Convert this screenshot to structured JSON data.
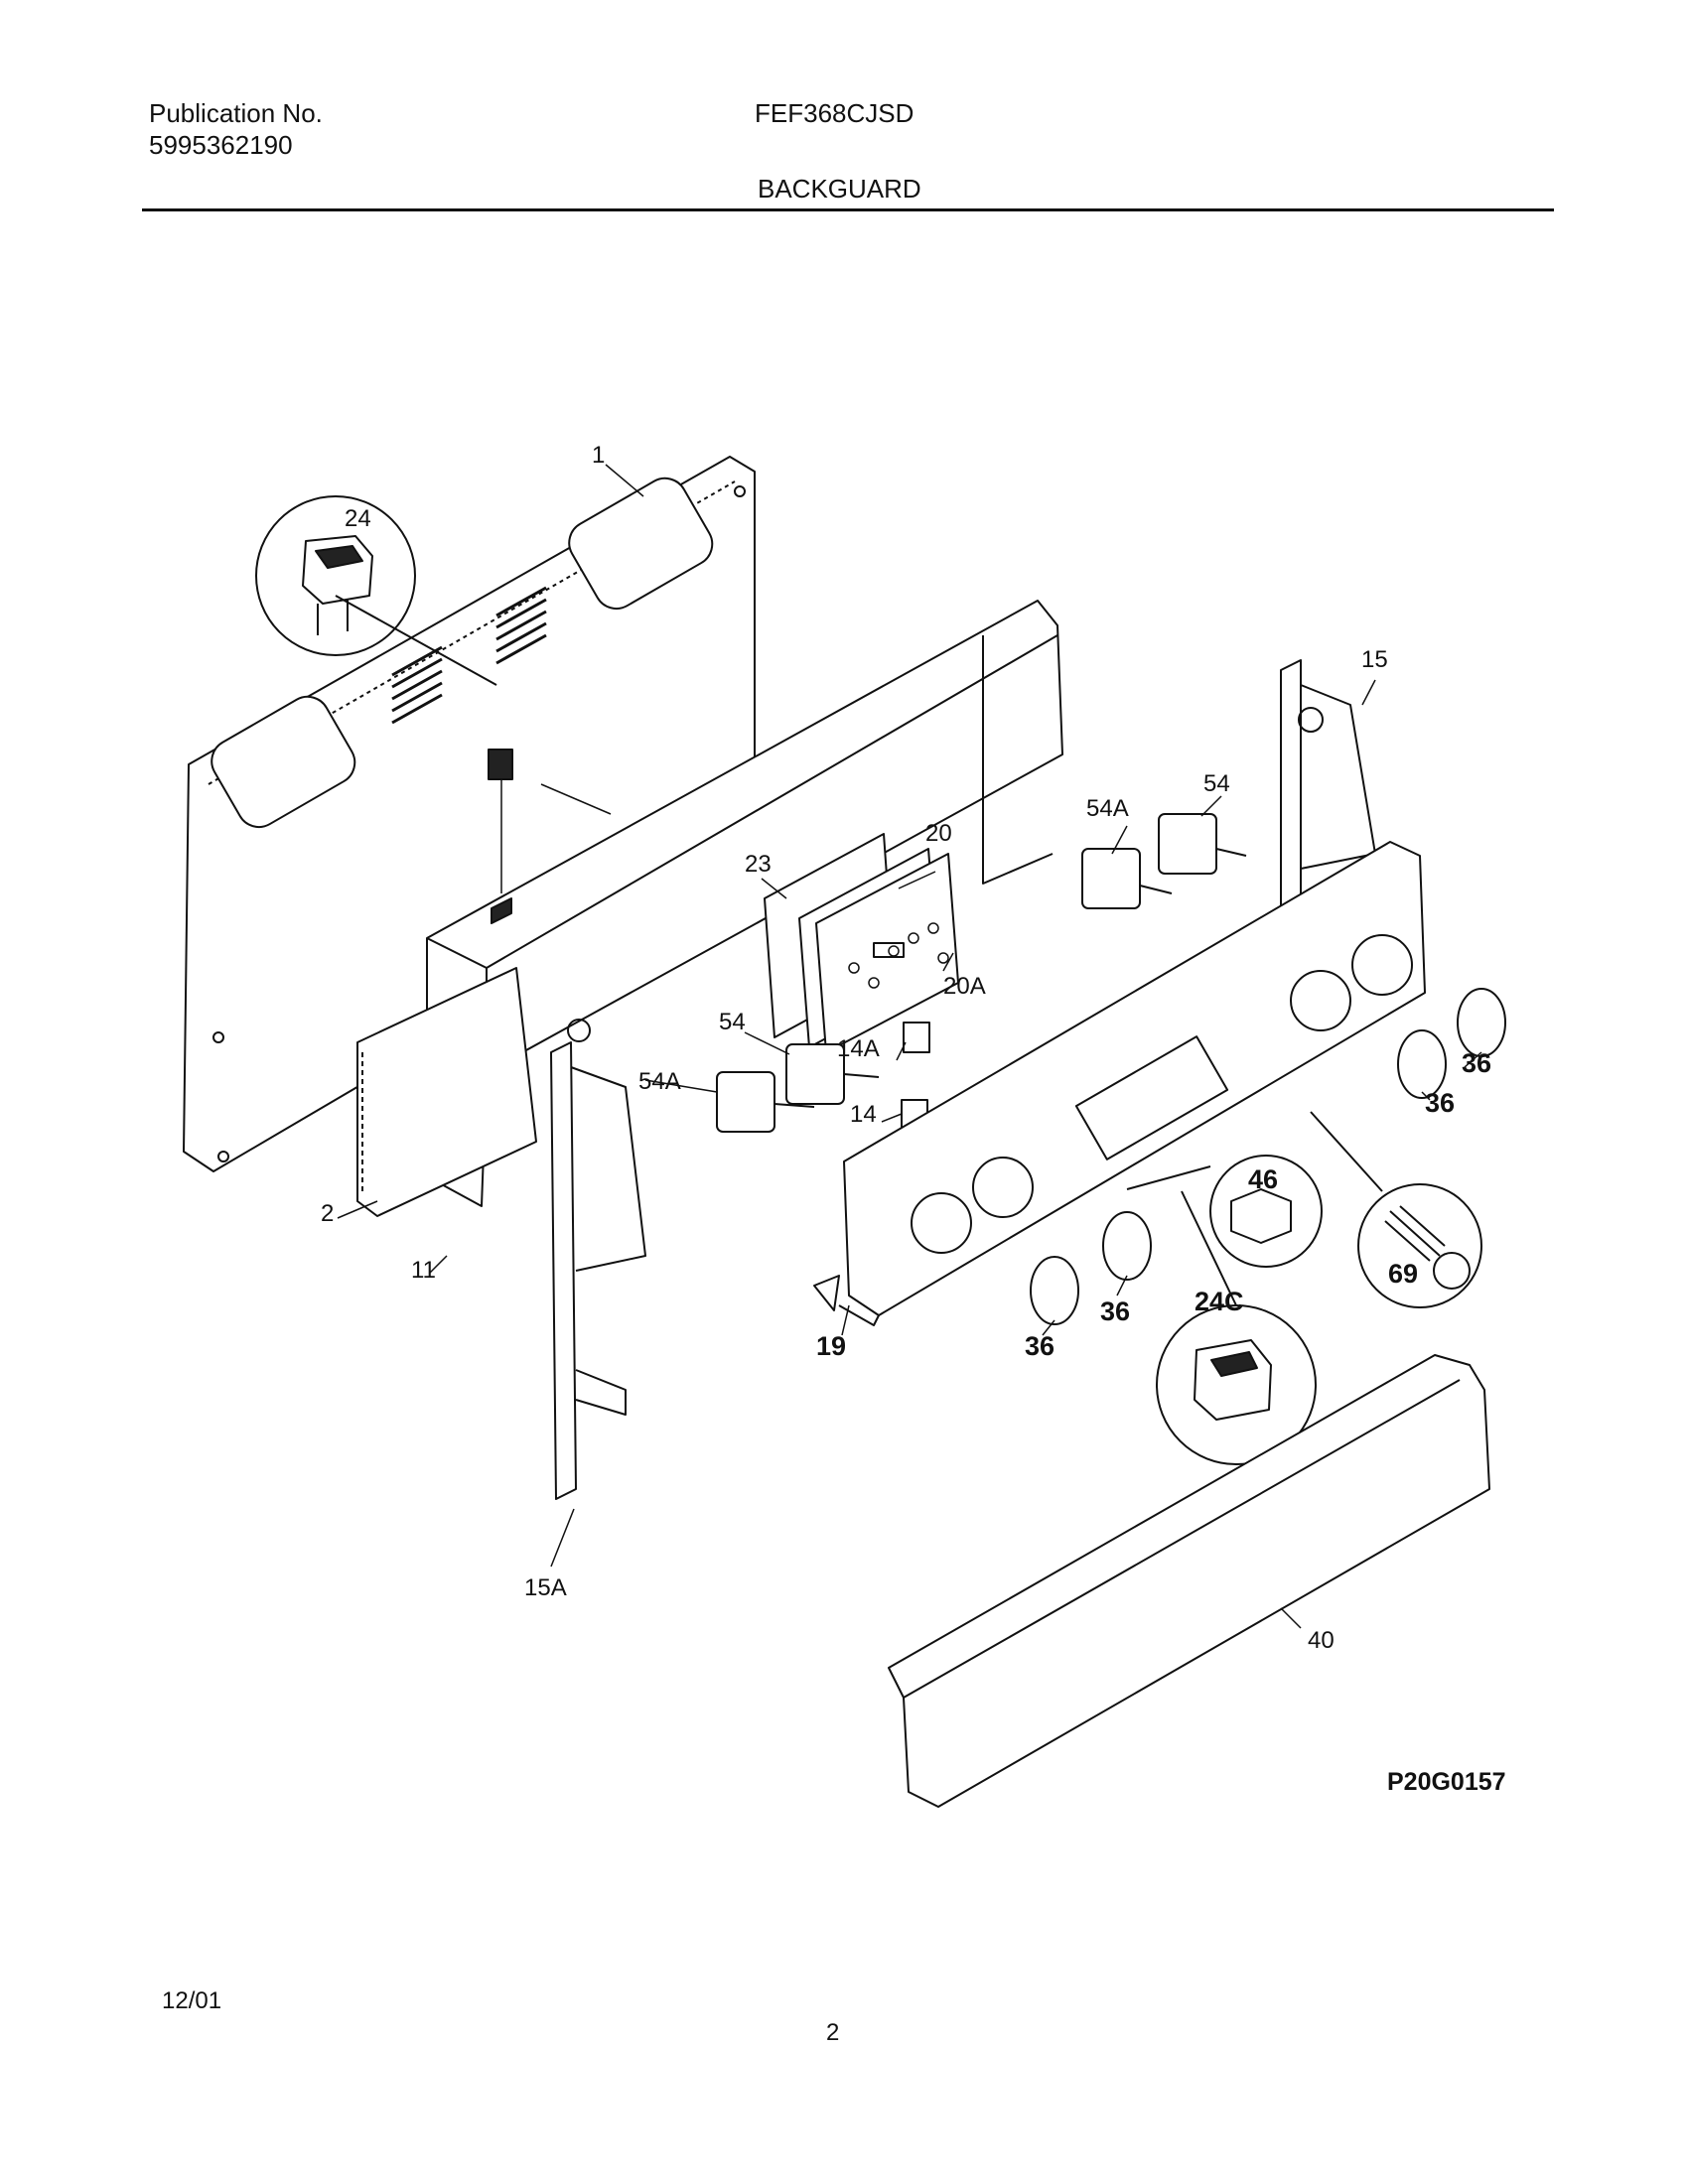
{
  "header": {
    "publication_label": "Publication No.",
    "publication_number": "5995362190",
    "model_number": "FEF368CJSD",
    "section_title": "BACKGUARD"
  },
  "diagram": {
    "figure_id": "P20G0157",
    "callouts": {
      "c1": "1",
      "c24": "24",
      "c15": "15",
      "c20": "20",
      "c23": "23",
      "c54a_r": "54A",
      "c54_r": "54",
      "c20a": "20A",
      "c54_l": "54",
      "c14a": "14A",
      "c54a_l": "54A",
      "c14": "14",
      "c36_a": "36",
      "c36_b": "36",
      "c46": "46",
      "c69": "69",
      "c2": "2",
      "c11": "11",
      "c24c": "24C",
      "c36_c": "36",
      "c36_d": "36",
      "c19": "19",
      "c15a": "15A",
      "c40": "40"
    }
  },
  "footer": {
    "date": "12/01",
    "page_number": "2"
  }
}
